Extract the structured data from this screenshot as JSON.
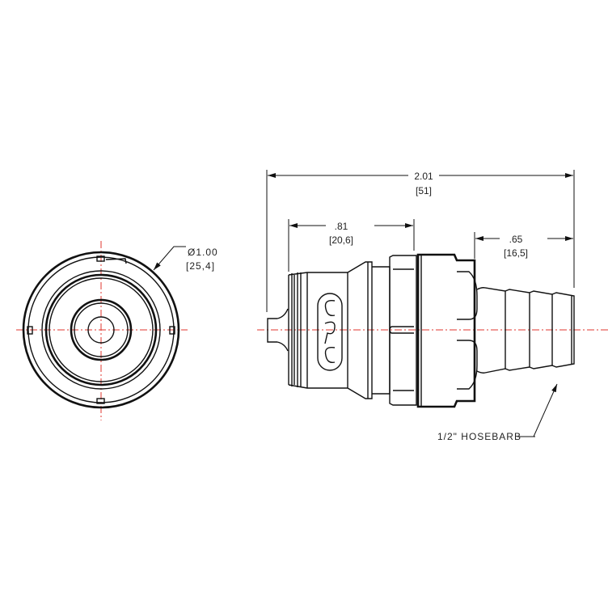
{
  "end_view": {
    "diameter": {
      "value": "Ø1.00",
      "metric": "[25,4]"
    }
  },
  "side_view": {
    "overall_length": {
      "value": "2.01",
      "metric": "[51]"
    },
    "body_length": {
      "value": ".81",
      "metric": "[20,6]"
    },
    "barb_length": {
      "value": ".65",
      "metric": "[16,5]"
    },
    "callout": "1/2\" HOSEBARB",
    "logo_text": "CPC"
  },
  "colors": {
    "line": "#111111",
    "centerline": "#e0342c"
  }
}
